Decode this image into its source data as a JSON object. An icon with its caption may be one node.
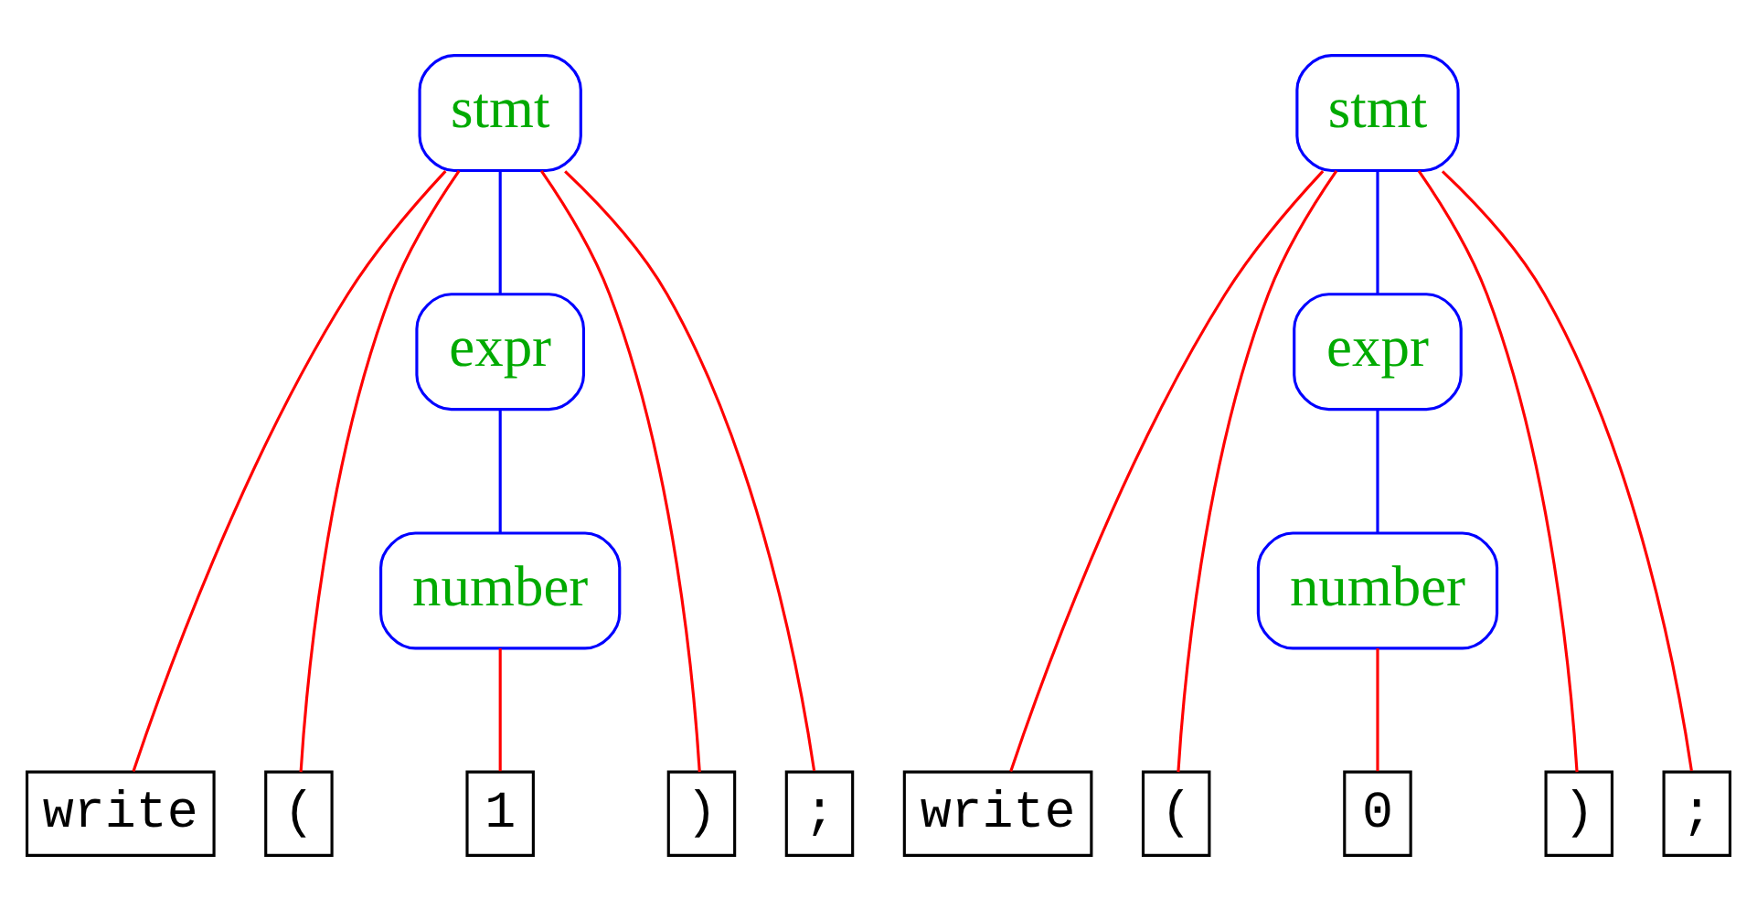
{
  "diagram": {
    "nodes": [
      {
        "text": [
          "stmt"
        ]
      },
      {
        "text": [
          "expr"
        ]
      },
      {
        "text": [
          "number"
        ]
      },
      {
        "text": [
          "write"
        ]
      },
      {
        "text": [
          "("
        ]
      },
      {
        "text": [
          "1"
        ]
      },
      {
        "text": [
          ")"
        ]
      },
      {
        "text": [
          ";"
        ]
      },
      {
        "text": [
          "stmt"
        ]
      },
      {
        "text": [
          "expr"
        ]
      },
      {
        "text": [
          "number"
        ]
      },
      {
        "text": [
          "write"
        ]
      },
      {
        "text": [
          "("
        ]
      },
      {
        "text": [
          "0"
        ]
      },
      {
        "text": [
          ")"
        ]
      },
      {
        "text": [
          ";"
        ]
      }
    ],
    "edges": [
      {
        "from": 0,
        "to": 3,
        "arrow": "none"
      },
      {
        "from": 0,
        "to": 4,
        "arrow": "none"
      },
      {
        "from": 0,
        "to": 1,
        "arrow": "none",
        "color": "#0000ff"
      },
      {
        "from": 0,
        "to": 6,
        "arrow": "none"
      },
      {
        "from": 0,
        "to": 7,
        "arrow": "none"
      },
      {
        "from": 1,
        "to": 2,
        "arrow": "none",
        "color": "#0000ff"
      },
      {
        "from": 2,
        "to": 5,
        "arrow": "none"
      },
      {
        "from": 8,
        "to": 11,
        "arrow": "none"
      },
      {
        "from": 8,
        "to": 12,
        "arrow": "none"
      },
      {
        "from": 8,
        "to": 9,
        "arrow": "none",
        "color": "#0000ff"
      },
      {
        "from": 8,
        "to": 14,
        "arrow": "none"
      },
      {
        "from": 8,
        "to": 15,
        "arrow": "none"
      },
      {
        "from": 9,
        "to": 10,
        "arrow": "none",
        "color": "#0000ff"
      },
      {
        "from": 10,
        "to": 13,
        "arrow": "none"
      }
    ]
  }
}
